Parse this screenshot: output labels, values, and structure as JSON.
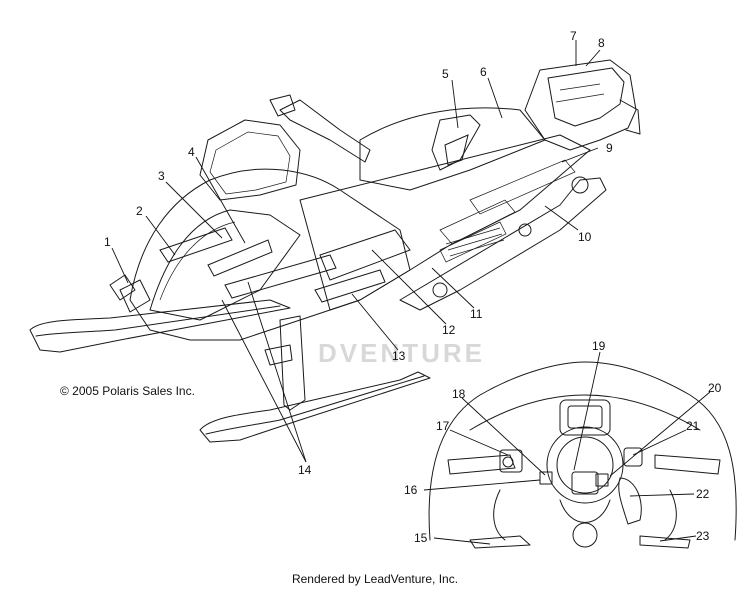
{
  "callouts": [
    "1",
    "2",
    "3",
    "4",
    "5",
    "6",
    "7",
    "8",
    "9",
    "10",
    "11",
    "12",
    "13",
    "14",
    "15",
    "16",
    "17",
    "18",
    "19",
    "20",
    "21",
    "22",
    "23"
  ],
  "copyright": "© 2005 Polaris Sales Inc.",
  "footer": "Rendered by LeadVenture, Inc.",
  "watermark": "DVENTURE"
}
